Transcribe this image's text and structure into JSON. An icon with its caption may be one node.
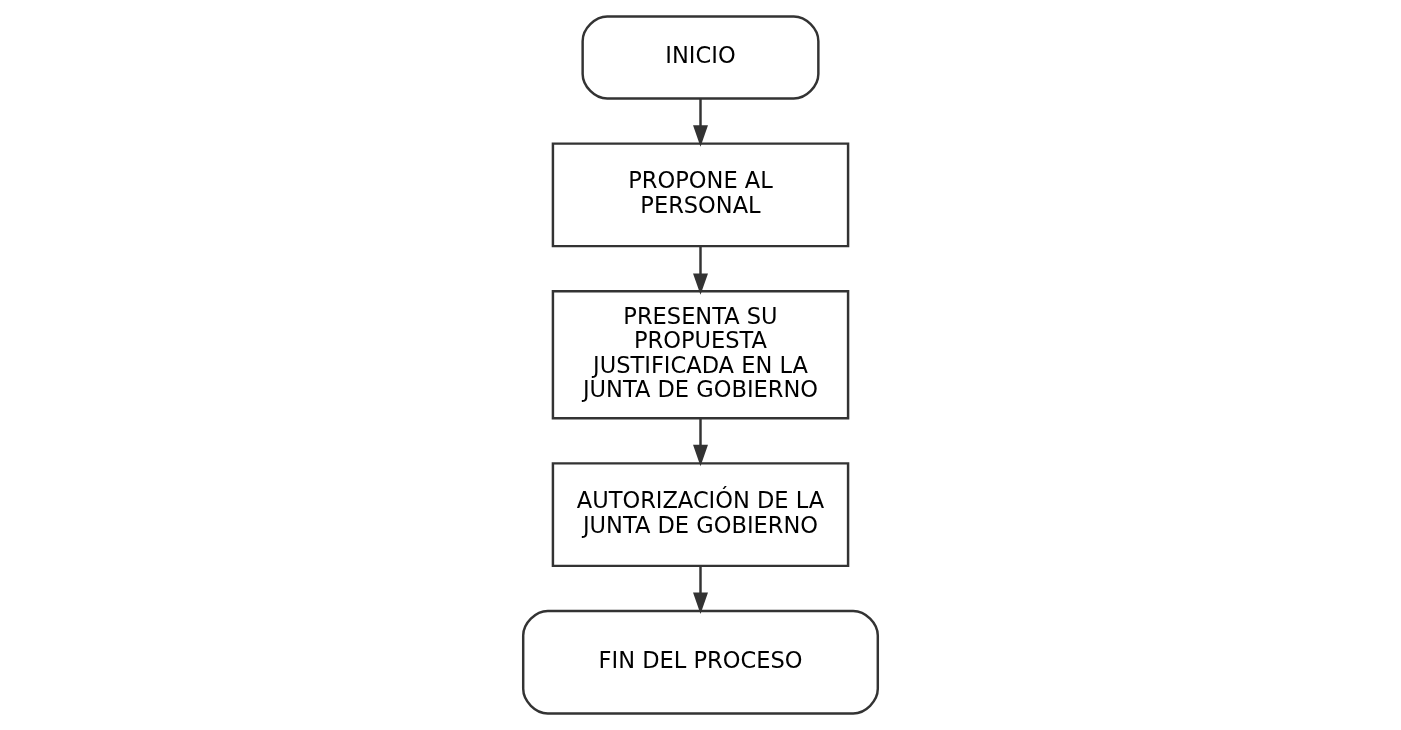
{
  "diagram": {
    "nodes": [
      {
        "text": [
          "INICIO"
        ]
      },
      {
        "text": [
          "PROPONE AL PERSONAL"
        ]
      },
      {
        "text": [
          "PRESENTA SU PROPUESTA JUSTIFICADA EN LA JUNTA DE GOBIERNO"
        ]
      },
      {
        "text": [
          "AUTORIZACIÓN DE LA JUNTA DE GOBIERNO"
        ]
      },
      {
        "text": [
          "FIN DEL PROCESO"
        ]
      }
    ],
    "edges": [
      {
        "from": 0,
        "to": 1,
        "arrow": "to"
      },
      {
        "from": 1,
        "to": 2,
        "arrow": "to"
      },
      {
        "from": 2,
        "to": 3,
        "arrow": "to"
      },
      {
        "from": 3,
        "to": 4,
        "arrow": "to"
      }
    ]
  }
}
